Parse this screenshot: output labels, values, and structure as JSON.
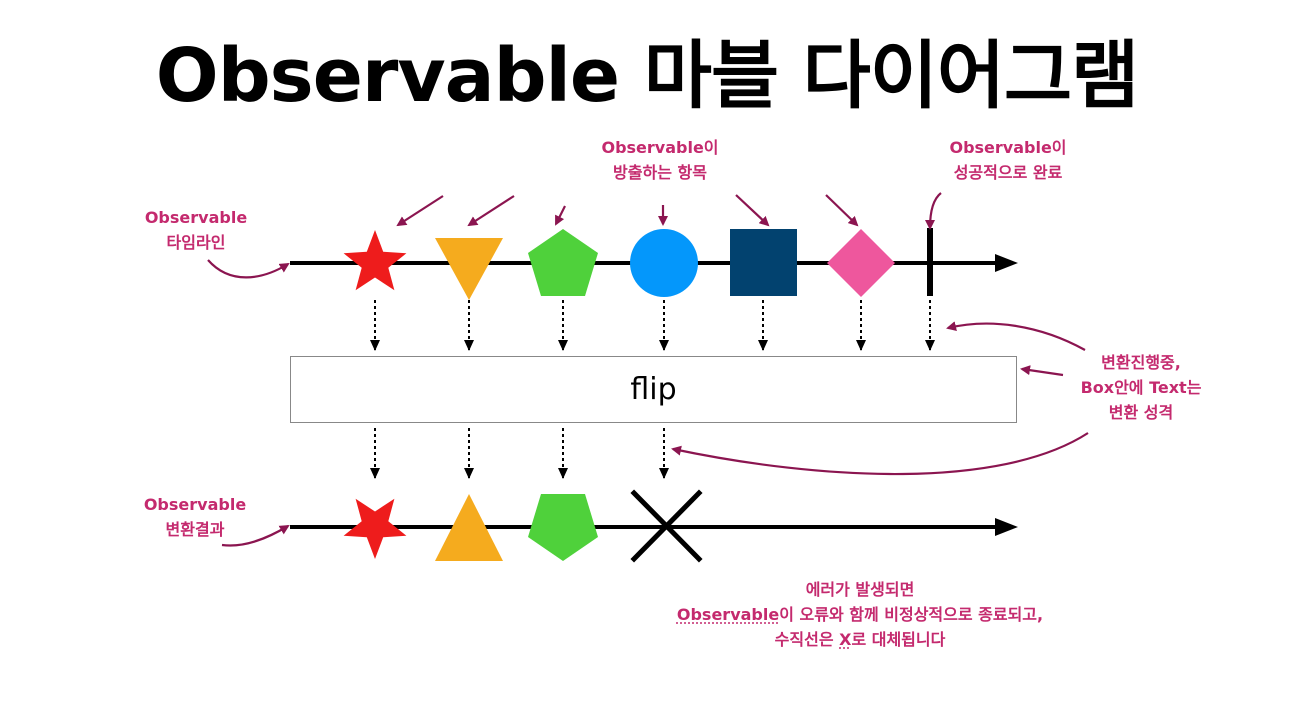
{
  "title": "Observable 마블 다이어그램",
  "operator_label": "flip",
  "annotations": {
    "timeline": [
      "Observable",
      "타임라인"
    ],
    "emitted": [
      "Observable이",
      "방출하는 항목"
    ],
    "completed": [
      "Observable이",
      "성공적으로 완료"
    ],
    "transform": [
      "변환진행중,",
      "Box안에 Text는",
      "변환 성격"
    ],
    "result": [
      "Observable",
      "변환결과"
    ],
    "error": {
      "line1": "에러가 발생되면",
      "line2_word": "Observable",
      "line2_rest": "이 오류와 함께 비정상적으로 종료되고,",
      "line3_pre": "수직선은 ",
      "line3_x": "X",
      "line3_rest": "로 대체됩니다"
    }
  },
  "colors": {
    "accent": "#c42a6e",
    "arrow": "#8b1550",
    "red": "#ee1c1c",
    "orange": "#f5ab1e",
    "green": "#4fd13b",
    "blue": "#0497fb",
    "navy": "#02426f",
    "pink": "#ee579d"
  },
  "input_items": [
    {
      "shape": "star-icon",
      "color": "red"
    },
    {
      "shape": "triangle-down-icon",
      "color": "orange"
    },
    {
      "shape": "pentagon-icon",
      "color": "green"
    },
    {
      "shape": "circle-icon",
      "color": "blue"
    },
    {
      "shape": "square-icon",
      "color": "navy"
    },
    {
      "shape": "diamond-icon",
      "color": "pink"
    }
  ],
  "output_items": [
    {
      "shape": "star-flipped-icon",
      "color": "red"
    },
    {
      "shape": "triangle-up-icon",
      "color": "orange"
    },
    {
      "shape": "pentagon-flipped-icon",
      "color": "green"
    },
    {
      "shape": "error-x-icon",
      "color": "black"
    }
  ]
}
